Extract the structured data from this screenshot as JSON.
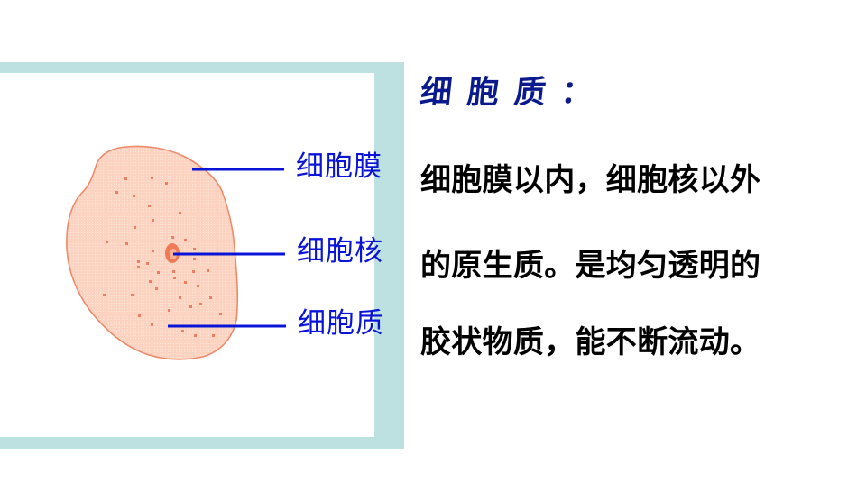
{
  "diagram": {
    "labels": [
      {
        "id": "membrane",
        "text": "细胞膜"
      },
      {
        "id": "nucleus",
        "text": "细胞核"
      },
      {
        "id": "cytoplasm",
        "text": "细胞质"
      }
    ],
    "colors": {
      "frame": "#bde0e0",
      "cell_fill": "#fcd3c0",
      "cell_border": "#ee8a6a",
      "nucleus": "#ef7a55",
      "leader_line": "#0a14d6",
      "label": "#0a14d6"
    }
  },
  "content": {
    "title": "细胞质：",
    "lines": [
      "细胞膜以内，细胞核以外",
      "的原生质。是均匀透明的",
      "胶状物质，能不断流动。"
    ]
  }
}
